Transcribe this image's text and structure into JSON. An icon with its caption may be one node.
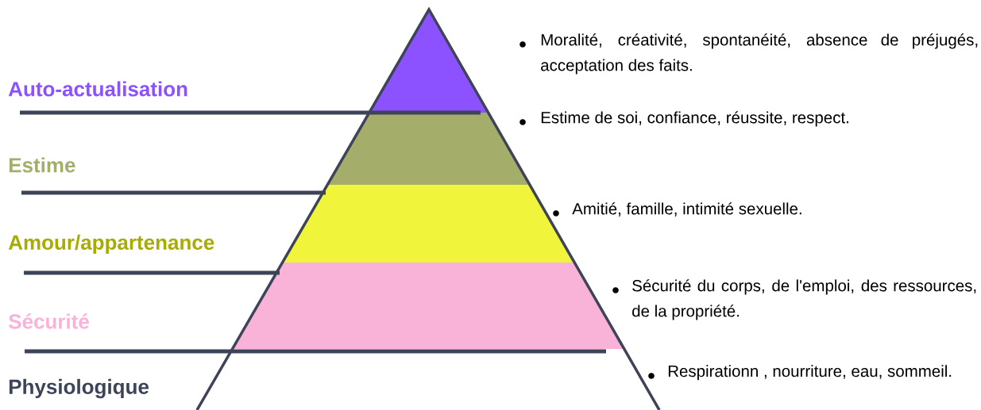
{
  "diagram": {
    "labels": [
      "Auto-actualisation",
      "Estime",
      "Amour/appartenance",
      "Sécurité",
      "Physiologique",
      "Moralité, créativité, spontanéité, absence de préjugés, acceptation des faits.",
      "Estime de soi, confiance, réussite, respect.",
      "Amitié, famille, intimité sexuelle.",
      "Sécurité du corps, de l'emploi, des ressources, de la propriété.",
      "Respirationn , nourriture, eau, sommeil."
    ]
  }
}
